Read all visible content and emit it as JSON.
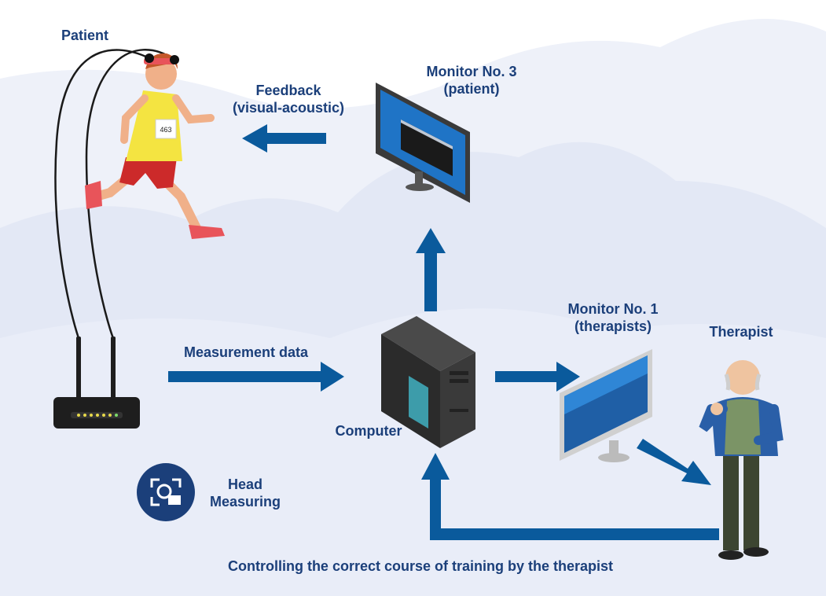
{
  "colors": {
    "arrow": "#0a5a9c",
    "label": "#1b3f7a",
    "cloud_light": "#eef1f9",
    "cloud_mid": "#e3e8f5"
  },
  "labels": {
    "patient": "Patient",
    "feedback_line1": "Feedback",
    "feedback_line2": "(visual-acoustic)",
    "monitor3_line1": "Monitor No. 3",
    "monitor3_line2": "(patient)",
    "monitor1_line1": "Monitor No. 1",
    "monitor1_line2": "(therapists)",
    "therapist": "Therapist",
    "measurement_data": "Measurement data",
    "computer": "Computer",
    "head_line1": "Head",
    "head_line2": "Measuring",
    "caption": "Controlling the correct course of training by the therapist"
  },
  "icons": {
    "patient": "runner-with-headband-icon",
    "router": "wifi-router-icon",
    "computer": "pc-tower-icon",
    "monitor3": "desktop-monitor-icon",
    "monitor1": "desktop-monitor-icon",
    "therapist": "elderly-man-icon",
    "head_measuring": "scan-badge-icon"
  },
  "bib_number": "463"
}
